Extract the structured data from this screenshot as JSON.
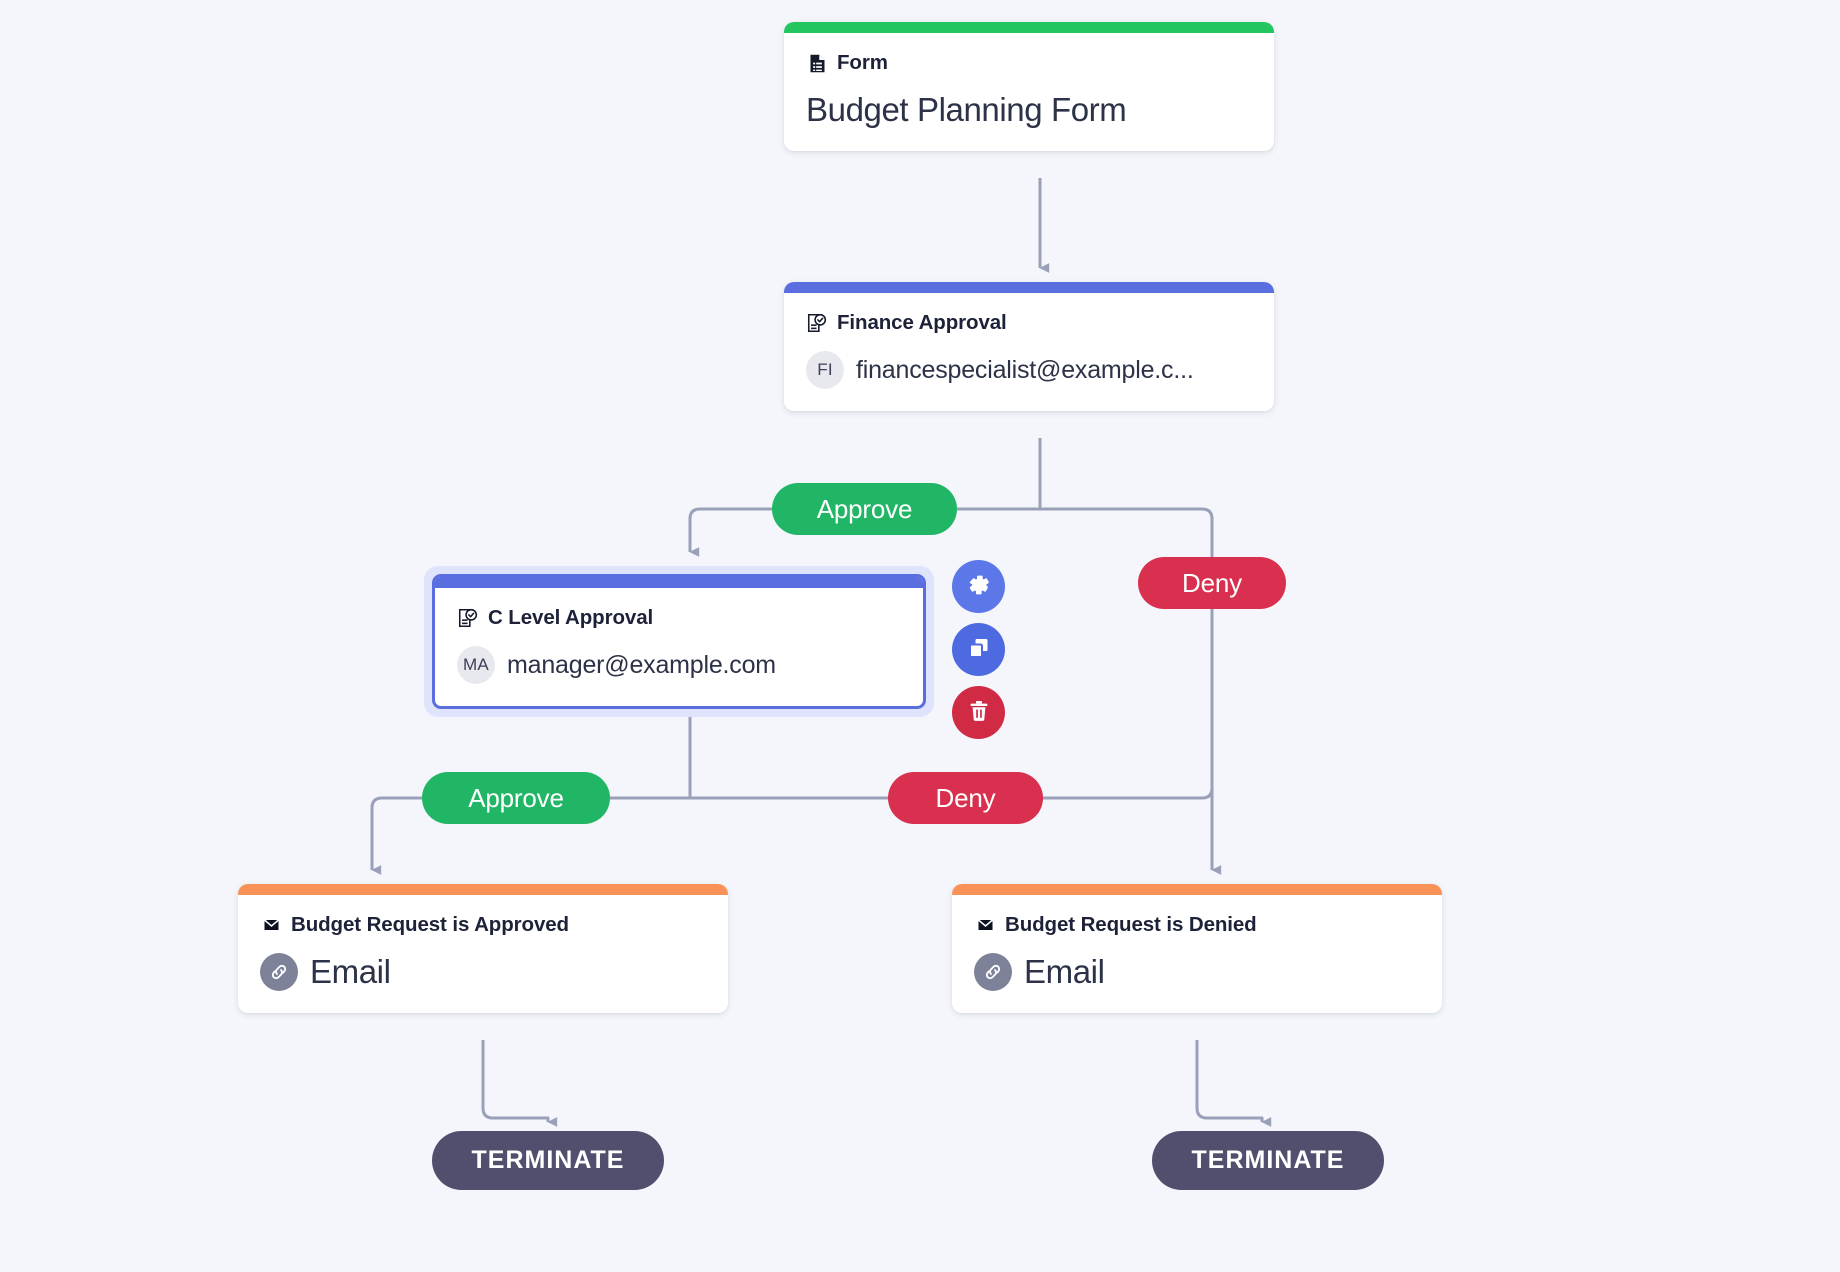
{
  "canvas": {
    "background_color": "#f4f6fb",
    "edge_color": "#9aa0b8"
  },
  "nodes": [
    {
      "id": "form",
      "kind": "form",
      "bar_color": "#22c55e",
      "icon": "document-icon",
      "type_label": "Form",
      "main_text": "Budget Planning Form"
    },
    {
      "id": "finance-approval",
      "kind": "approval",
      "bar_color": "#5b6ee0",
      "icon": "approval-document-icon",
      "type_label": "Finance Approval",
      "avatar_initials": "FI",
      "assignee": "financespecialist@example.c..."
    },
    {
      "id": "c-level-approval",
      "kind": "approval",
      "bar_color": "#5b6ee0",
      "icon": "approval-document-icon",
      "type_label": "C Level Approval",
      "avatar_initials": "MA",
      "assignee": "manager@example.com",
      "selected": true
    },
    {
      "id": "email-approved",
      "kind": "notification",
      "bar_color": "#f89256",
      "icon": "envelope-icon",
      "type_label": "Budget Request is Approved",
      "channel": "Email"
    },
    {
      "id": "email-denied",
      "kind": "notification",
      "bar_color": "#f89256",
      "icon": "envelope-icon",
      "type_label": "Budget Request is Denied",
      "channel": "Email"
    }
  ],
  "edge_labels": {
    "approve_1": "Approve",
    "deny_1": "Deny",
    "approve_2": "Approve",
    "deny_2": "Deny",
    "approve_color": "#21b665",
    "deny_color": "#d8304e"
  },
  "terminate_nodes": [
    {
      "id": "terminate-left",
      "label": "TERMINATE"
    },
    {
      "id": "terminate-right",
      "label": "TERMINATE"
    }
  ],
  "node_toolbar": {
    "target_node": "c-level-approval",
    "buttons": [
      {
        "id": "settings",
        "icon": "gear-icon",
        "color": "#5b77e8"
      },
      {
        "id": "duplicate",
        "icon": "copy-icon",
        "color": "#4e6ae0"
      },
      {
        "id": "delete",
        "icon": "trash-icon",
        "color": "#d02a45"
      }
    ]
  }
}
